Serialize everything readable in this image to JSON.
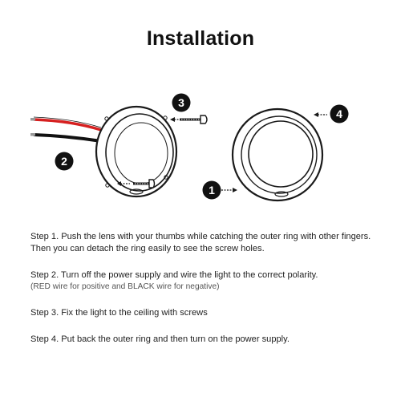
{
  "title": "Installation",
  "callouts": [
    "1",
    "2",
    "3",
    "4"
  ],
  "colors": {
    "red_wire": "#d62020",
    "black_wire": "#111111",
    "outline": "#1a1a1a",
    "badge": "#111111"
  },
  "steps": [
    {
      "main": "Step 1. Push the lens with your thumbs while catching the outer ring with other fingers. Then you can detach the ring easily to see the screw holes."
    },
    {
      "main": "Step 2. Turn off the power supply and wire the light to the correct polarity.",
      "note": "(RED wire for positive and BLACK wire for negative)"
    },
    {
      "main": "Step 3. Fix the light to the ceiling with screws"
    },
    {
      "main": "Step 4. Put back the outer ring and then turn on the power supply."
    }
  ]
}
